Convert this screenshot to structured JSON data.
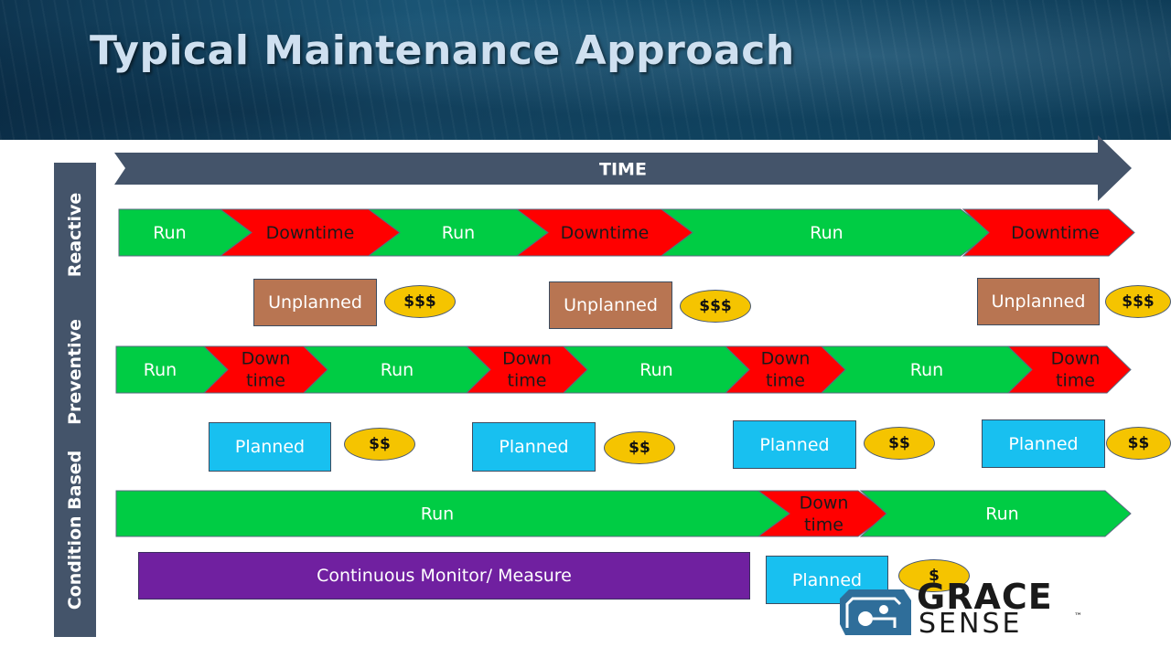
{
  "title": "Typical Maintenance Approach",
  "time_label": "TIME",
  "rows": {
    "reactive": {
      "label": "Reactive",
      "segments": [
        {
          "label": "Run",
          "kind": "run"
        },
        {
          "label": "Downtime",
          "kind": "down"
        },
        {
          "label": "Run",
          "kind": "run"
        },
        {
          "label": "Downtime",
          "kind": "down"
        },
        {
          "label": "Run",
          "kind": "run"
        },
        {
          "label": "Downtime",
          "kind": "down"
        }
      ],
      "events": [
        {
          "label": "Unplanned",
          "cost": "$$$"
        },
        {
          "label": "Unplanned",
          "cost": "$$$"
        },
        {
          "label": "Unplanned",
          "cost": "$$$"
        }
      ]
    },
    "preventive": {
      "label": "Preventive",
      "segments": [
        {
          "label": "Run",
          "kind": "run"
        },
        {
          "label": "Down time",
          "line1": "Down",
          "line2": "time",
          "kind": "down"
        },
        {
          "label": "Run",
          "kind": "run"
        },
        {
          "label": "Down time",
          "line1": "Down",
          "line2": "time",
          "kind": "down"
        },
        {
          "label": "Run",
          "kind": "run"
        },
        {
          "label": "Down time",
          "line1": "Down",
          "line2": "time",
          "kind": "down"
        },
        {
          "label": "Run",
          "kind": "run"
        },
        {
          "label": "Down time",
          "line1": "Down",
          "line2": "time",
          "kind": "down"
        }
      ],
      "events": [
        {
          "label": "Planned",
          "cost": "$$"
        },
        {
          "label": "Planned",
          "cost": "$$"
        },
        {
          "label": "Planned",
          "cost": "$$"
        },
        {
          "label": "Planned",
          "cost": "$$"
        }
      ]
    },
    "condition": {
      "label": "Condition Based",
      "segments": [
        {
          "label": "Run",
          "kind": "run"
        },
        {
          "label": "Down time",
          "line1": "Down",
          "line2": "time",
          "kind": "down"
        },
        {
          "label": "Run",
          "kind": "run"
        }
      ],
      "monitor_label": "Continuous Monitor/ Measure",
      "events": [
        {
          "label": "Planned",
          "cost": "$"
        }
      ]
    }
  },
  "colors": {
    "run": "#00cc44",
    "down": "#ff0000",
    "unplanned": "#b87552",
    "planned": "#18c0f0",
    "coin": "#f5c400",
    "monitor": "#7020a0",
    "time_arrow": "#44546a",
    "side_bar": "#44546a"
  },
  "logo": {
    "line1": "GRACE",
    "line2": "SENSE",
    "mark": "™"
  }
}
